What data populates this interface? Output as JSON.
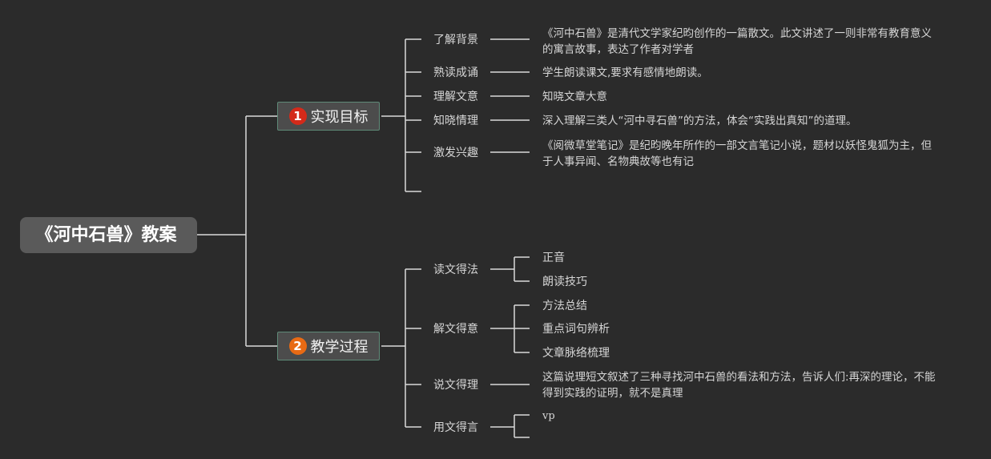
{
  "root": {
    "title": "《河中石兽》教案"
  },
  "colors": {
    "badge1": "#d42a1a",
    "badge2": "#e86a14",
    "line": "#d9d9d9",
    "background": "#2b2b2b"
  },
  "branches": [
    {
      "badge": "1",
      "label": "实现目标",
      "children": [
        {
          "label": "了解背景",
          "note": "《河中石兽》是清代文学家纪昀创作的一篇散文。此文讲述了一则非常有教育意义的寓言故事，表达了作者对学者"
        },
        {
          "label": "熟读成诵",
          "note": "学生朗读课文,要求有感情地朗读。"
        },
        {
          "label": "理解文意",
          "note": "知晓文章大意"
        },
        {
          "label": "知晓情理",
          "note": "深入理解三类人“河中寻石兽”的方法，体会“实践出真知”的道理。"
        },
        {
          "label": "激发兴趣",
          "note": "《阅微草堂笔记》是纪昀晚年所作的一部文言笔记小说，题材以妖怪鬼狐为主，但于人事异闻、名物典故等也有记"
        },
        {
          "label": ""
        }
      ]
    },
    {
      "badge": "2",
      "label": "教学过程",
      "children": [
        {
          "label": "读文得法",
          "subs": [
            "正音",
            "朗读技巧"
          ]
        },
        {
          "label": "解文得意",
          "subs": [
            "方法总结",
            "重点词句辨析",
            "文章脉络梳理"
          ]
        },
        {
          "label": "说文得理",
          "note": "这篇说理短文叙述了三种寻找河中石兽的看法和方法，告诉人们:再深的理论，不能得到实践的证明，就不是真理"
        },
        {
          "label": "用文得言",
          "subs": [
            "vp",
            ""
          ]
        }
      ]
    }
  ]
}
